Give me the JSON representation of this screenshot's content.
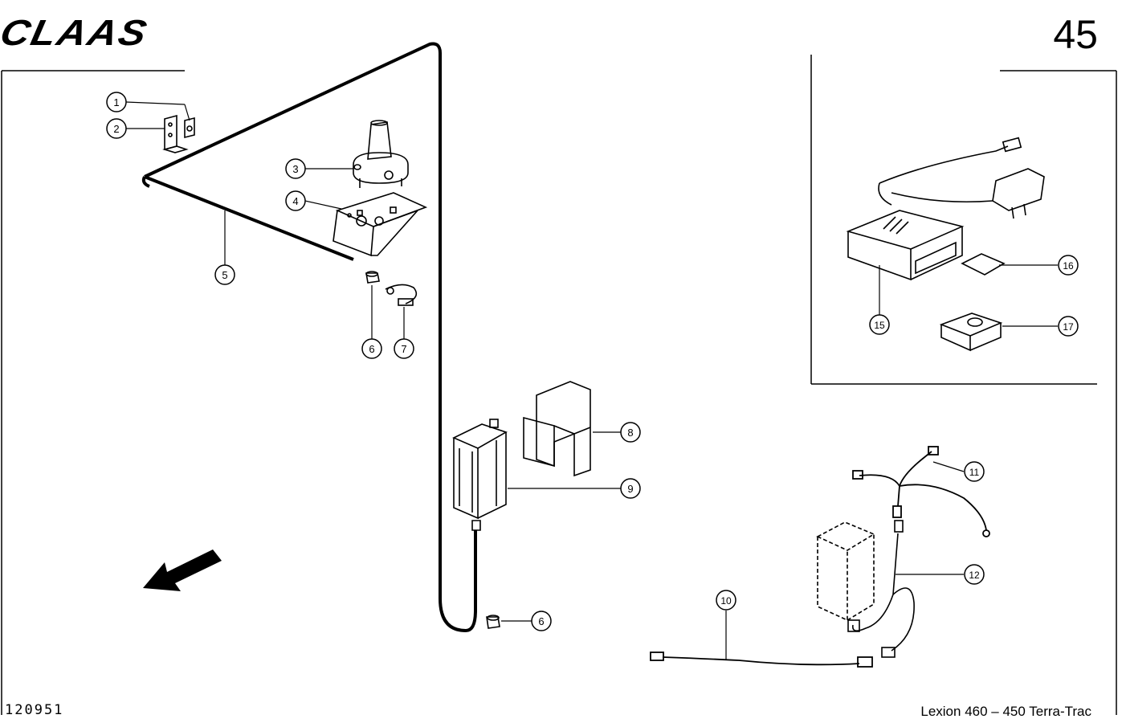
{
  "header": {
    "brand_logo": "CLAAS",
    "page_number": "45"
  },
  "footer": {
    "document_code": "120951",
    "model_label": "Lexion 460 – 450 Terra-Trac"
  },
  "callouts": [
    "1",
    "2",
    "3",
    "4",
    "5",
    "6",
    "7",
    "6",
    "8",
    "9",
    "10",
    "11",
    "12",
    "15",
    "16",
    "17"
  ]
}
